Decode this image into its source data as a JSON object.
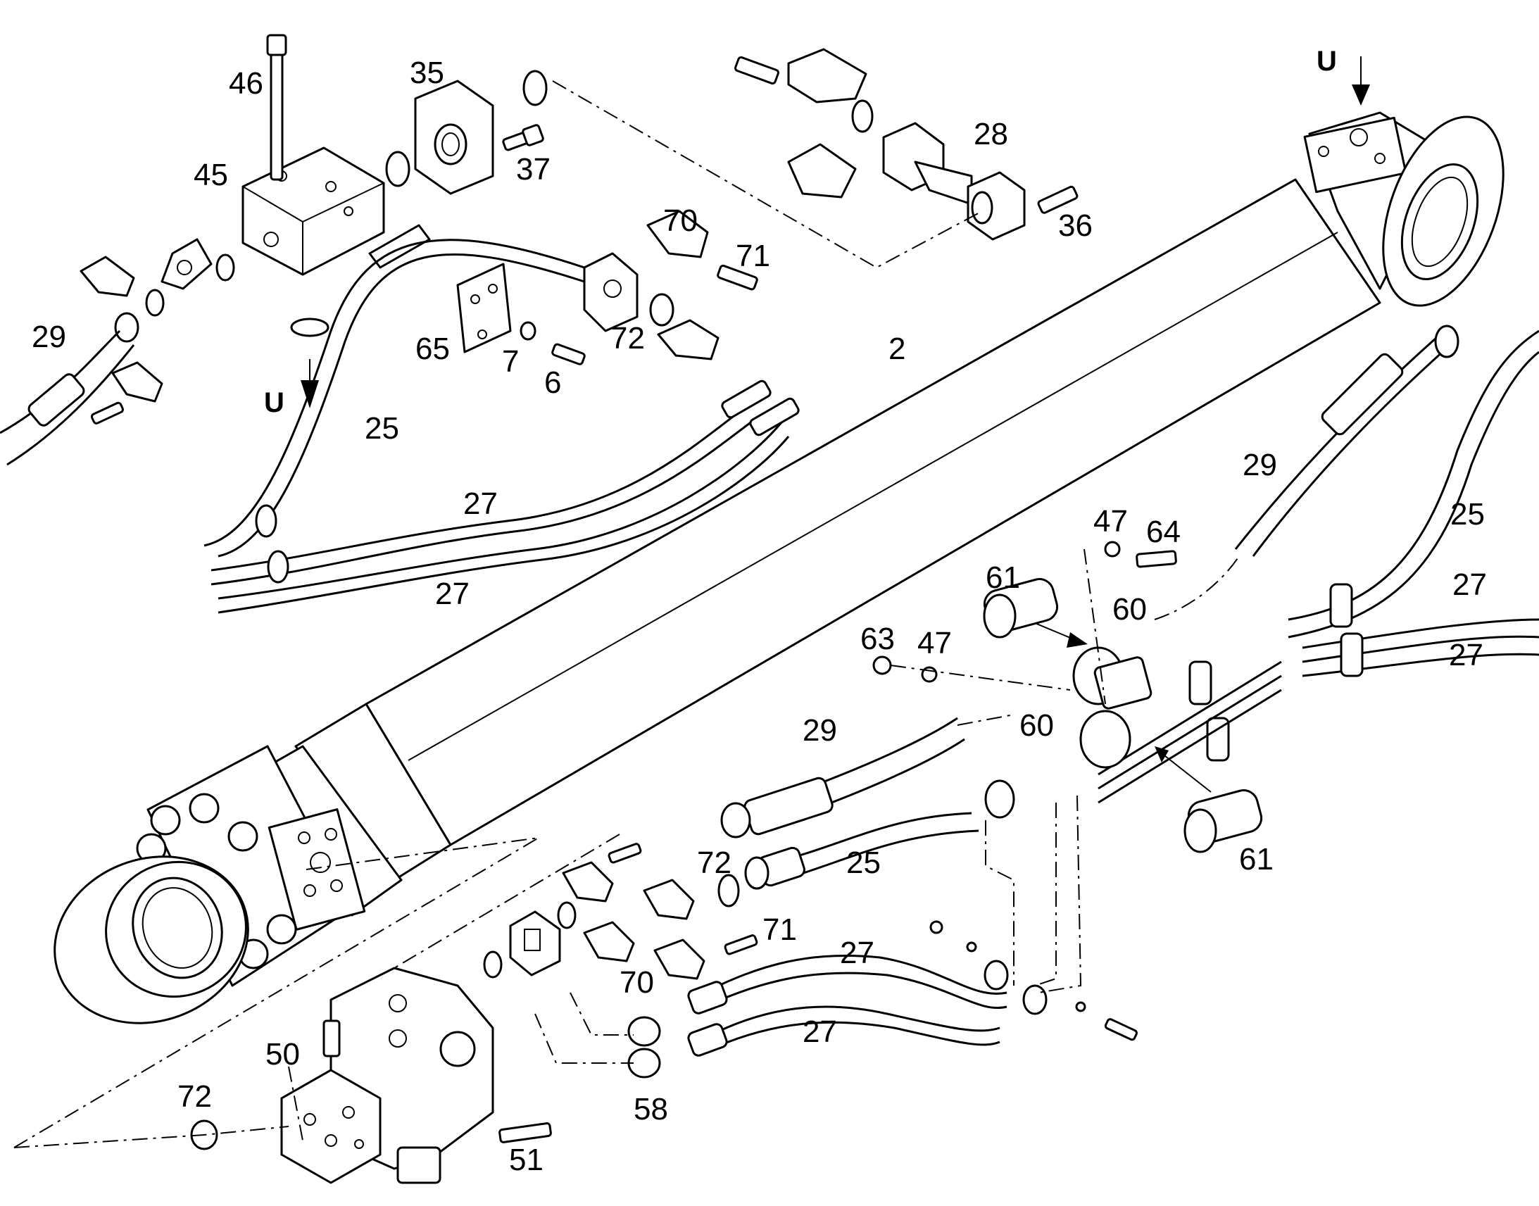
{
  "diagram": {
    "callouts": [
      "46",
      "35",
      "45",
      "37",
      "28",
      "36",
      "29",
      "70",
      "71",
      "72",
      "65",
      "7",
      "6",
      "2",
      "25",
      "27",
      "27",
      "29",
      "47",
      "64",
      "61",
      "60",
      "63",
      "47",
      "60",
      "61",
      "29",
      "25",
      "27",
      "27",
      "25",
      "72",
      "71",
      "70",
      "27",
      "27",
      "50",
      "58",
      "72",
      "51"
    ],
    "view_marks": [
      "U",
      "U"
    ],
    "colors": {
      "ink": "#000000",
      "paper": "#ffffff"
    }
  }
}
